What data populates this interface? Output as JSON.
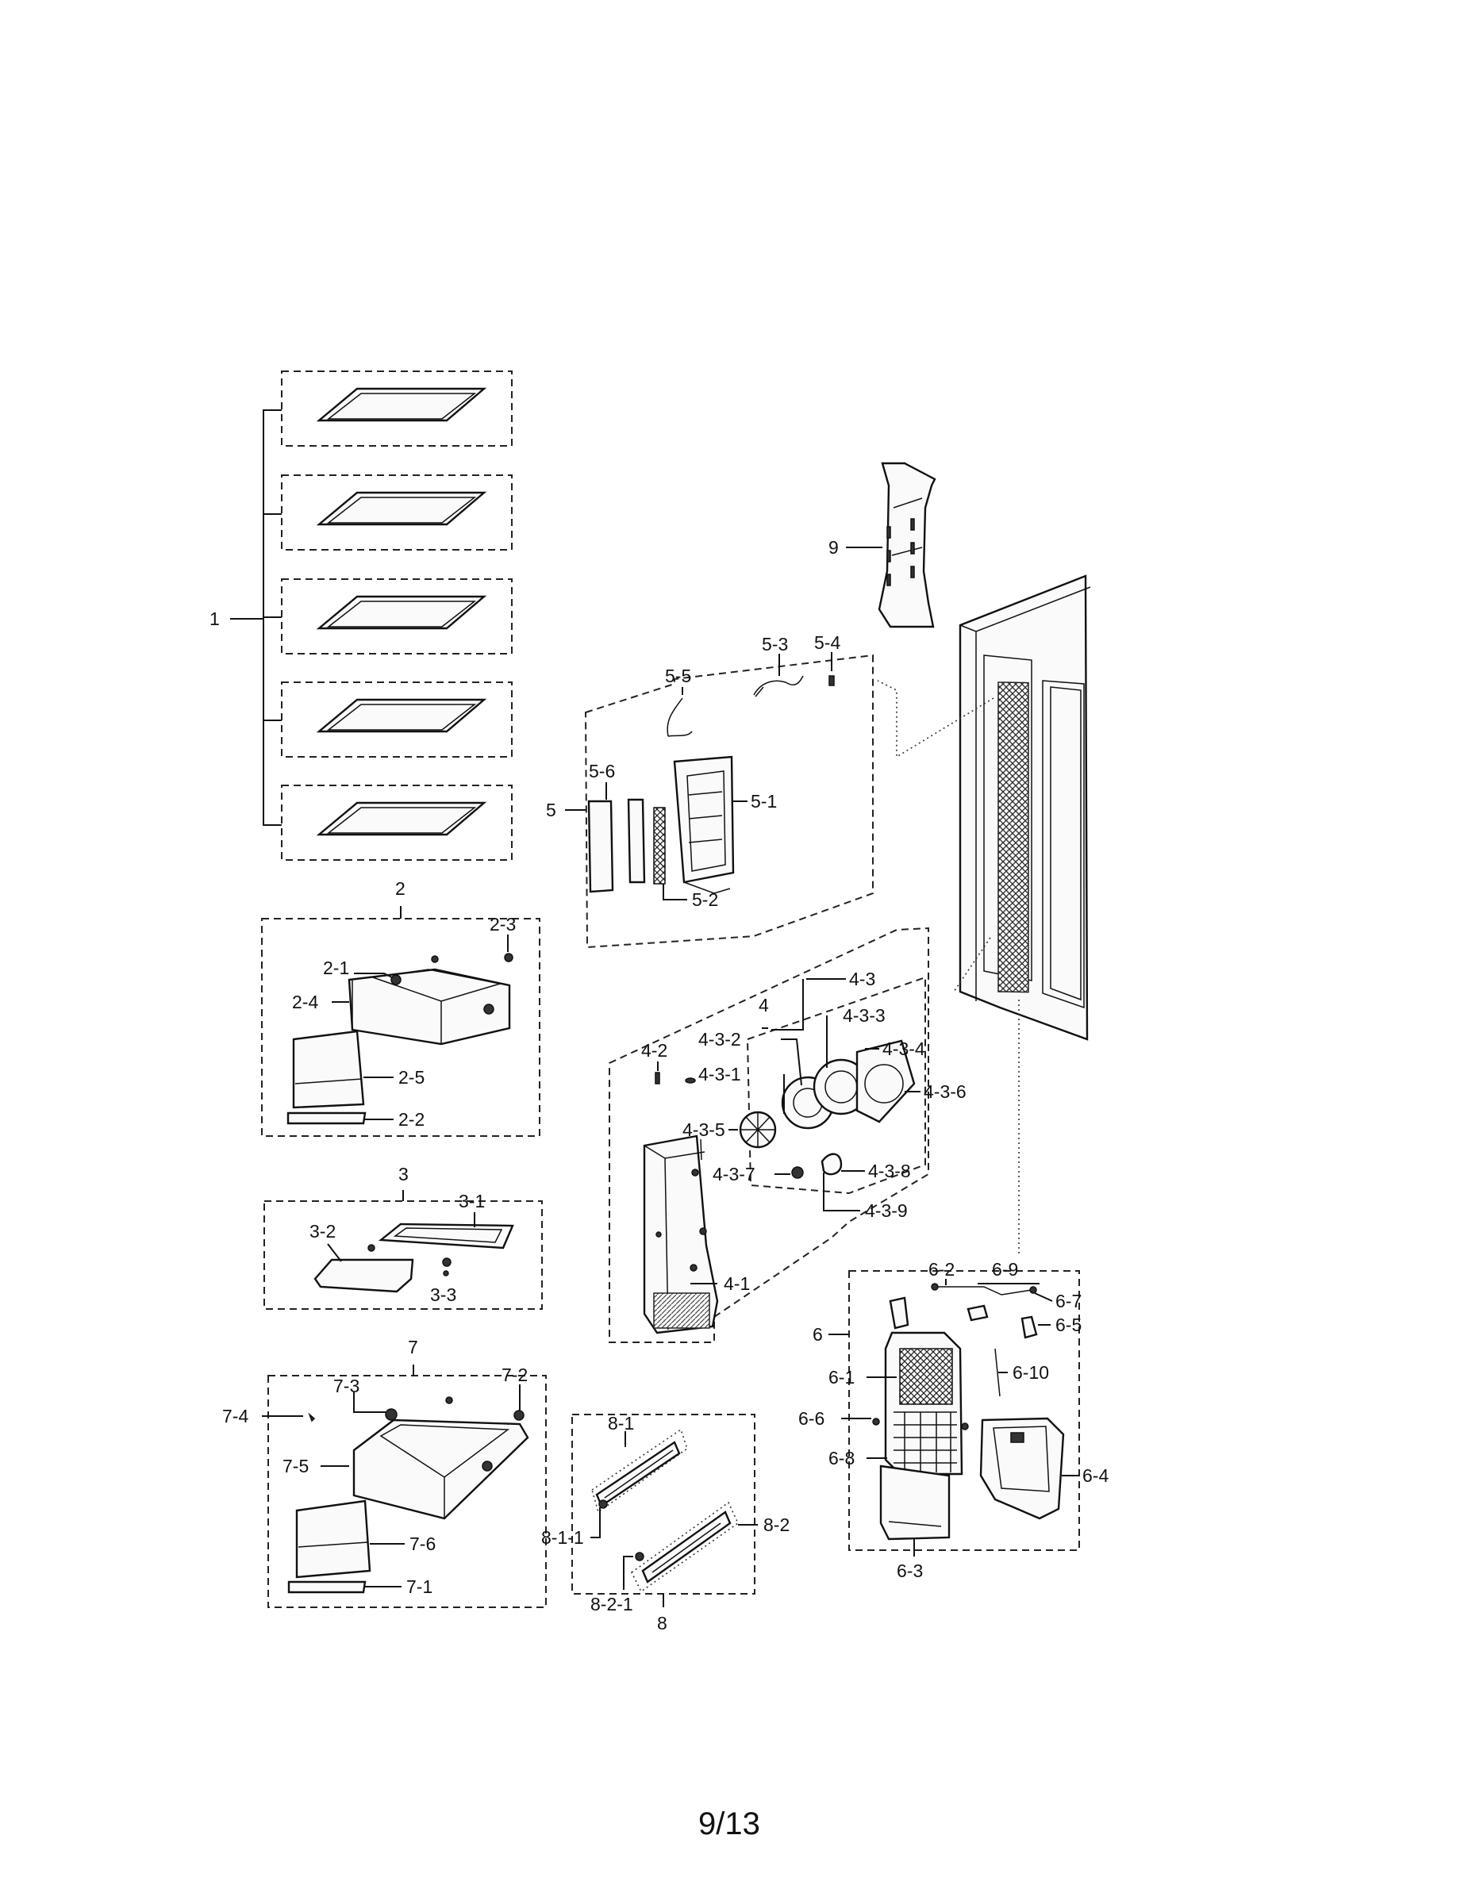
{
  "diagram": {
    "page_number": "9/13",
    "callouts": {
      "c1": "1",
      "c2": "2",
      "c2_1": "2-1",
      "c2_2": "2-2",
      "c2_3": "2-3",
      "c2_4": "2-4",
      "c2_5": "2-5",
      "c3": "3",
      "c3_1": "3-1",
      "c3_2": "3-2",
      "c3_3": "3-3",
      "c4": "4",
      "c4_1": "4-1",
      "c4_2": "4-2",
      "c4_3": "4-3",
      "c4_3_1": "4-3-1",
      "c4_3_2": "4-3-2",
      "c4_3_3": "4-3-3",
      "c4_3_4": "4-3-4",
      "c4_3_5": "4-3-5",
      "c4_3_6": "4-3-6",
      "c4_3_7": "4-3-7",
      "c4_3_8": "4-3-8",
      "c4_3_9": "4-3-9",
      "c5": "5",
      "c5_1": "5-1",
      "c5_2": "5-2",
      "c5_3": "5-3",
      "c5_4": "5-4",
      "c5_5": "5-5",
      "c5_6": "5-6",
      "c6": "6",
      "c6_1": "6-1",
      "c6_2": "6-2",
      "c6_3": "6-3",
      "c6_4": "6-4",
      "c6_5": "6-5",
      "c6_6": "6-6",
      "c6_7": "6-7",
      "c6_8": "6-8",
      "c6_9": "6-9",
      "c6_10": "6-10",
      "c7": "7",
      "c7_1": "7-1",
      "c7_2": "7-2",
      "c7_3": "7-3",
      "c7_4": "7-4",
      "c7_5": "7-5",
      "c7_6": "7-6",
      "c8": "8",
      "c8_1": "8-1",
      "c8_1_1": "8-1-1",
      "c8_2": "8-2",
      "c8_2_1": "8-2-1",
      "c9": "9"
    }
  }
}
